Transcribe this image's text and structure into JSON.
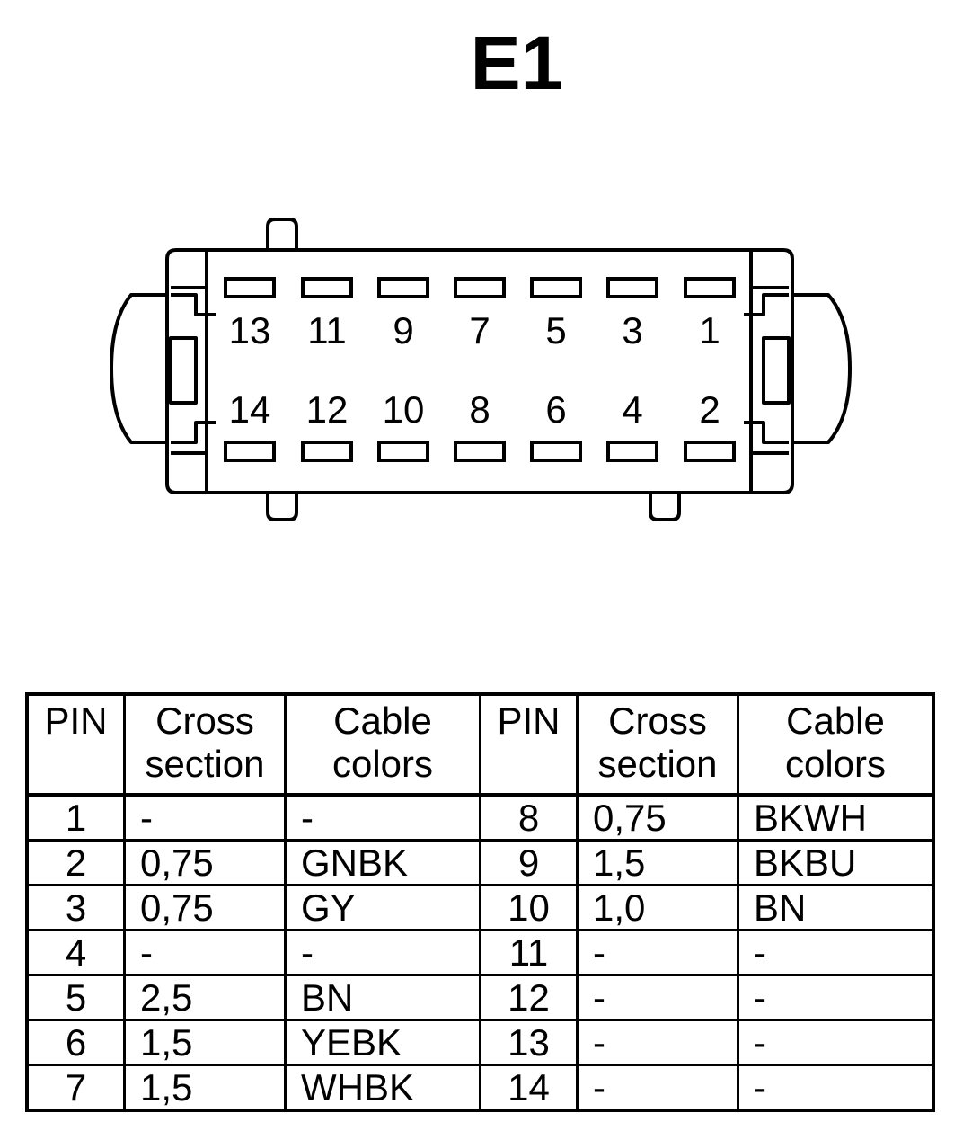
{
  "title": "E1",
  "connector": {
    "top_row_pins": [
      "13",
      "11",
      "9",
      "7",
      "5",
      "3",
      "1"
    ],
    "bottom_row_pins": [
      "14",
      "12",
      "10",
      "8",
      "6",
      "4",
      "2"
    ]
  },
  "table": {
    "headers": [
      "PIN",
      "Cross section",
      "Cable colors",
      "PIN",
      "Cross section",
      "Cable colors"
    ],
    "rows": [
      [
        "1",
        "-",
        "-",
        "8",
        "0,75",
        "BKWH"
      ],
      [
        "2",
        "0,75",
        "GNBK",
        "9",
        "1,5",
        "BKBU"
      ],
      [
        "3",
        "0,75",
        "GY",
        "10",
        "1,0",
        "BN"
      ],
      [
        "4",
        "-",
        "-",
        "11",
        "-",
        "-"
      ],
      [
        "5",
        "2,5",
        "BN",
        "12",
        "-",
        "-"
      ],
      [
        "6",
        "1,5",
        "YEBK",
        "13",
        "-",
        "-"
      ],
      [
        "7",
        "1,5",
        "WHBK",
        "14",
        "-",
        "-"
      ]
    ]
  }
}
